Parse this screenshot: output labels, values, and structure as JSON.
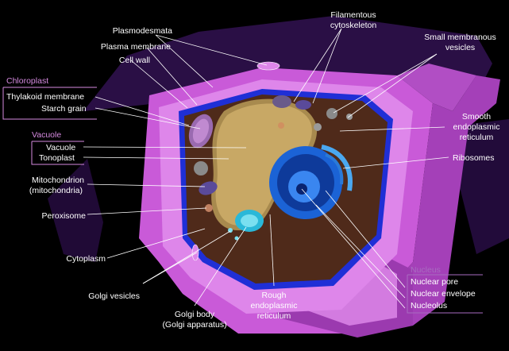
{
  "colors": {
    "background": "#000000",
    "cell_wall": "#c95ad8",
    "cell_wall_light": "#de86ea",
    "membrane": "#1f2fd6",
    "cytoplasm": "#4f2a1a",
    "vacuole": "#c8a865",
    "nucleus": "#1b63d6",
    "group_accent": "#d68ae0",
    "nucleus_accent": "#a86cc0"
  },
  "labels": {
    "plasmodesmata": "Plasmodesmata",
    "plasma_membrane": "Plasma membrane",
    "cell_wall": "Cell wall",
    "thylakoid_membrane": "Thylakoid membrane",
    "starch_grain": "Starch grain",
    "vacuole": "Vacuole",
    "tonoplast": "Tonoplast",
    "mitochondrion_1": "Mitochondrion",
    "mitochondrion_2": "(mitochondria)",
    "peroxisome": "Peroxisome",
    "cytoplasm": "Cytoplasm",
    "golgi_vesicles": "Golgi vesicles",
    "golgi_body_1": "Golgi body",
    "golgi_body_2": "(Golgi apparatus)",
    "rough_er_1": "Rough",
    "rough_er_2": "endoplasmic",
    "rough_er_3": "reticulum",
    "filamentous_1": "Filamentous",
    "filamentous_2": "cytoskeleton",
    "small_vesicles_1": "Small membranous",
    "small_vesicles_2": "vesicles",
    "smooth_er_1": "Smooth",
    "smooth_er_2": "endoplasmic",
    "smooth_er_3": "reticulum",
    "ribosomes": "Ribosomes",
    "nuclear_pore": "Nuclear pore",
    "nuclear_envelope": "Nuclear envelope",
    "nucleolus": "Nucleolus"
  },
  "groups": {
    "chloroplast": "Chloroplast",
    "vacuole": "Vacuole",
    "nucleus": "Nucleus"
  }
}
